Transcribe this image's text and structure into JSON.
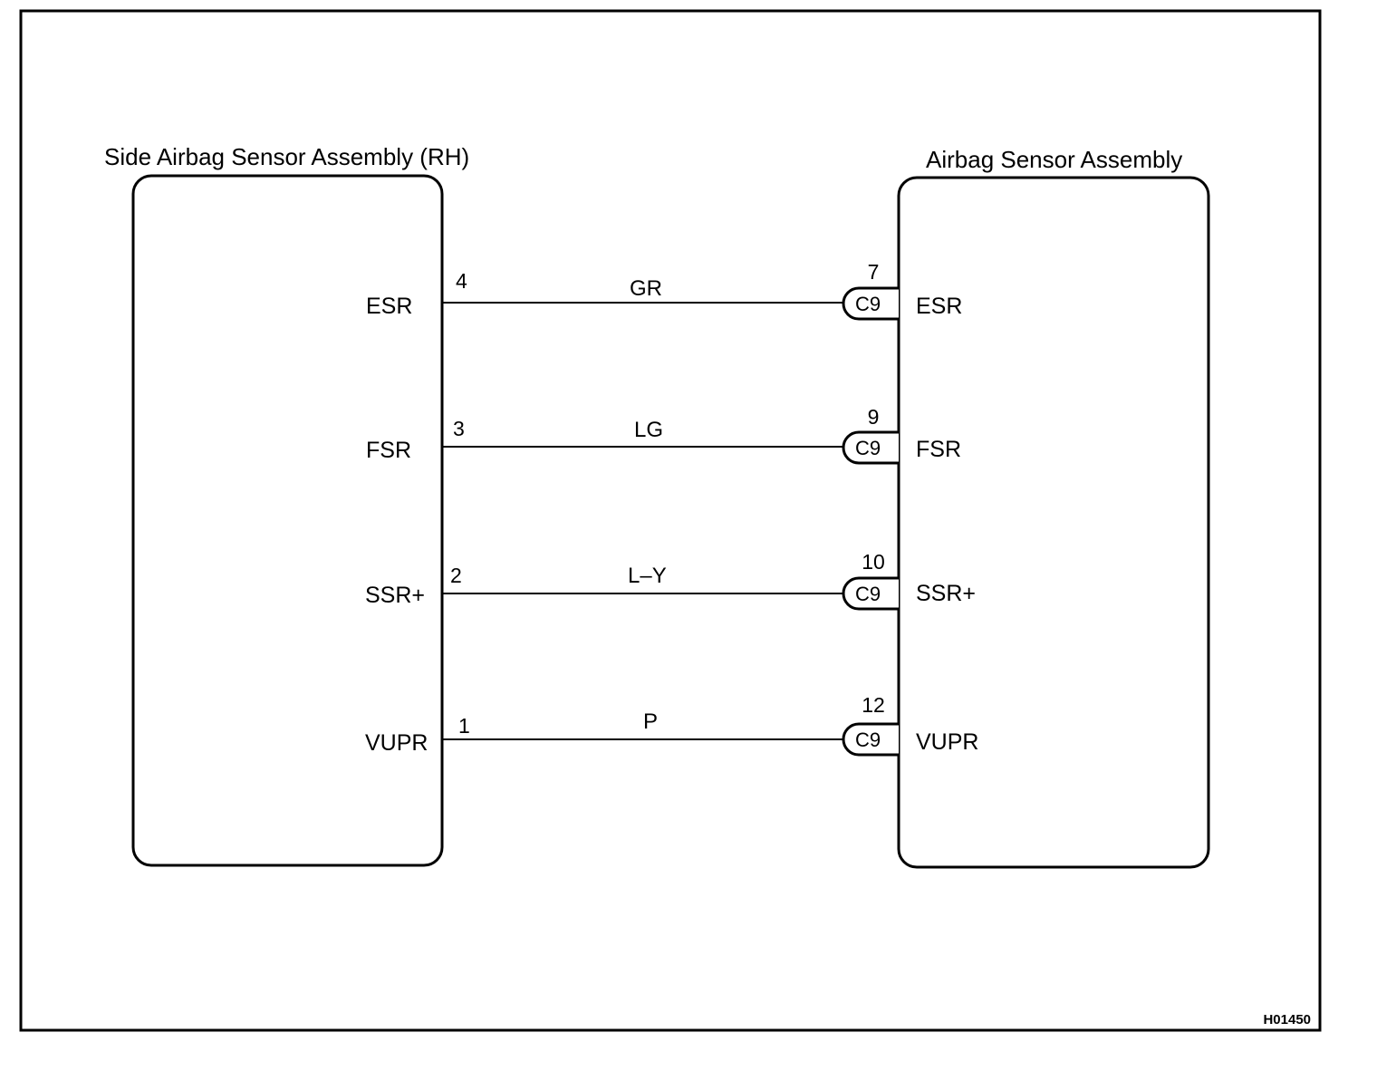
{
  "left_component": {
    "title": "Side Airbag Sensor Assembly (RH)",
    "pins": [
      {
        "label": "ESR",
        "number": "4"
      },
      {
        "label": "FSR",
        "number": "3"
      },
      {
        "label": "SSR+",
        "number": "2"
      },
      {
        "label": "VUPR",
        "number": "1"
      }
    ]
  },
  "right_component": {
    "title": "Airbag Sensor Assembly",
    "pins": [
      {
        "label": "ESR",
        "number": "7",
        "connector": "C9"
      },
      {
        "label": "FSR",
        "number": "9",
        "connector": "C9"
      },
      {
        "label": "SSR+",
        "number": "10",
        "connector": "C9"
      },
      {
        "label": "VUPR",
        "number": "12",
        "connector": "C9"
      }
    ]
  },
  "wires": [
    {
      "color": "GR"
    },
    {
      "color": "LG"
    },
    {
      "color": "L–Y"
    },
    {
      "color": "P"
    }
  ],
  "diagram_code": "H01450"
}
